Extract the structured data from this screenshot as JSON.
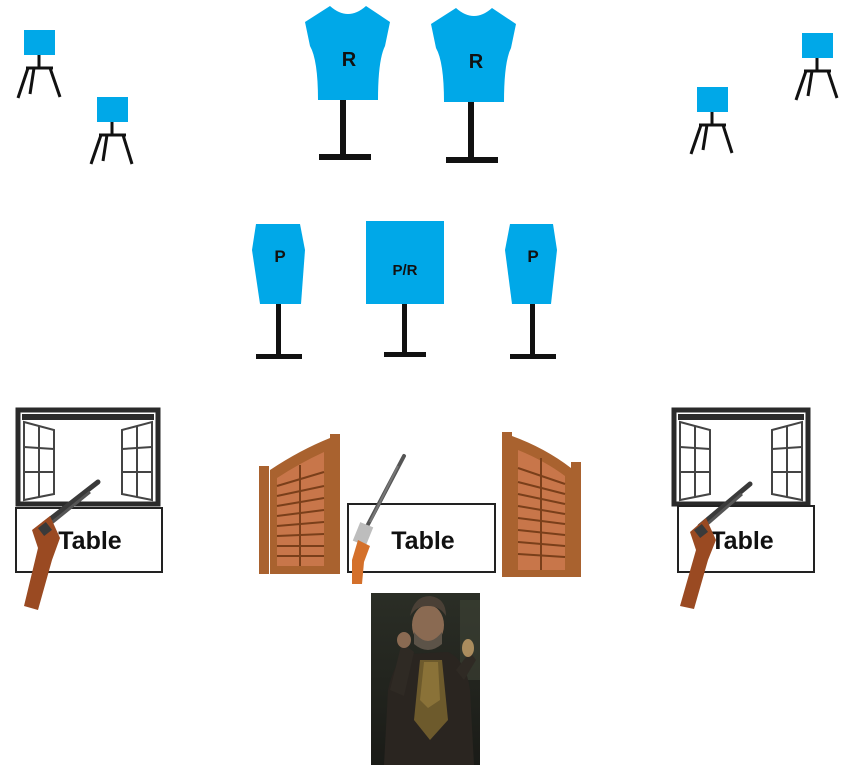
{
  "colors": {
    "target": "#00a8e8",
    "post": "#111111",
    "window_frame": "#2a2a2a",
    "door_wood": "#a9622f",
    "door_slat": "#c8764a",
    "rifle_stock": "#9a4a22",
    "rifle_metal": "#3a3a3a",
    "background": "#ffffff"
  },
  "big_targets": [
    {
      "label": "R"
    },
    {
      "label": "R"
    }
  ],
  "mid_targets": [
    {
      "label": "P"
    },
    {
      "label": "P/R"
    },
    {
      "label": "P"
    }
  ],
  "tables": [
    {
      "label": "Table"
    },
    {
      "label": "Table"
    },
    {
      "label": "Table"
    }
  ],
  "icons": {
    "small_target": "tripod-target-icon",
    "window": "open-window-icon",
    "door": "saloon-door-icon",
    "rifle": "rifle-icon",
    "shooter": "shooter-photo"
  }
}
